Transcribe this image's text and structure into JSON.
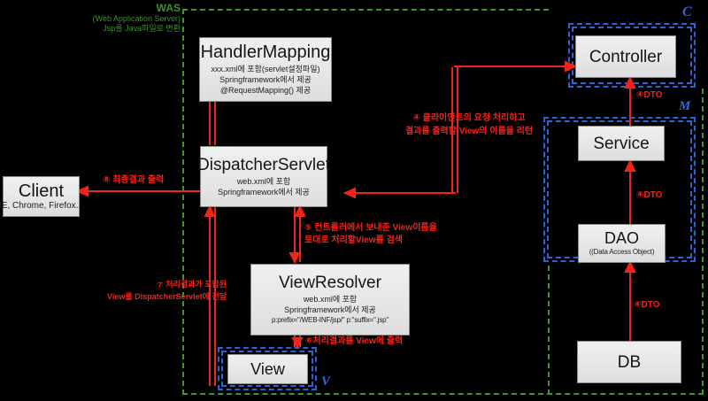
{
  "was": {
    "title": "WAS",
    "subtitle": "(Web Application Server)",
    "note": "Jsp를 Java파일로 변환"
  },
  "mvc": {
    "c": "C",
    "m": "M",
    "v": "V"
  },
  "nodes": {
    "client": {
      "title": "Client",
      "subtitle": "IE, Chrome, Firefox..."
    },
    "handler_mapping": {
      "title": "HandlerMapping",
      "lines": [
        "xxx.xml에 포함(servlet설정파일)",
        "Springframework에서 제공",
        "@RequestMapping() 제공"
      ]
    },
    "dispatcher_servlet": {
      "title": "DispatcherServlet",
      "lines": [
        "web.xml에 포함",
        "Springframework에서 제공"
      ]
    },
    "view_resolver": {
      "title": "ViewResolver",
      "lines": [
        "web.xml에 포함",
        "Springframework에서 제공",
        "p:prefix=\"/WEB-INF/jsp/\" p:\"suffix=\".jsp\""
      ]
    },
    "view": {
      "title": "View"
    },
    "controller": {
      "title": "Controller"
    },
    "service": {
      "title": "Service"
    },
    "dao": {
      "title": "DAO",
      "subtitle": "((Data Access Object)"
    },
    "db": {
      "title": "DB"
    }
  },
  "flow_labels": {
    "step4": [
      "④ 클라이언트의 요청 처리하고",
      "결과를 출력할 View의 이름을 리턴"
    ],
    "step5": [
      "⑤ 컨트롤러에서 보내준 View이름을",
      "토대로 처리할View를 검색"
    ],
    "step6": "⑥처리결과를 View에 출력",
    "step7": [
      "⑦ 처리결과가 포함된",
      "View를 DispatcherServlet에 전달"
    ],
    "step8": "⑧ 최종결과 출력",
    "dto_controller": "④DTO",
    "dto_service": "④DTO",
    "dto_dao": "④DTO"
  },
  "colors": {
    "red": "#f3231a",
    "green": "#44932e",
    "blue": "#2b63d4",
    "box_bg": "#e9e9e9",
    "background": "#000000"
  }
}
